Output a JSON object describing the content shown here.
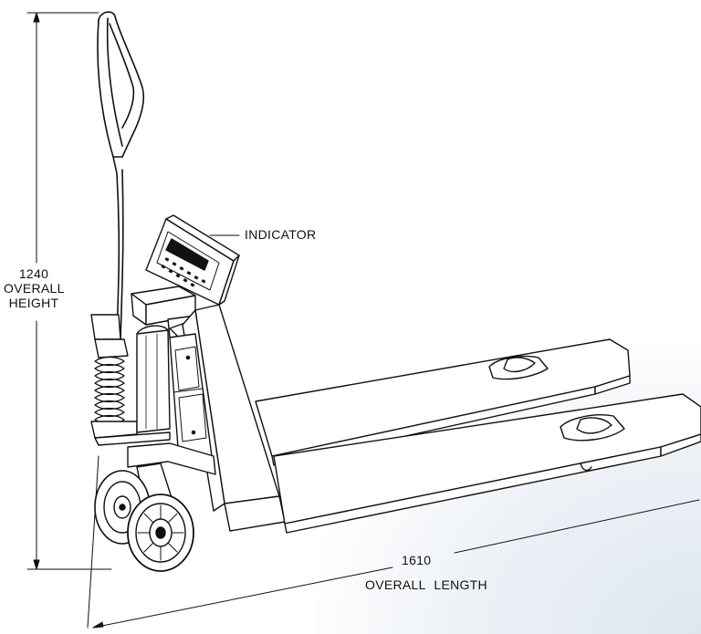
{
  "labels": {
    "indicator": "INDICATOR",
    "height_value": "1240",
    "height_line1": "OVERALL",
    "height_line2": "HEIGHT",
    "length_value": "1610",
    "length_caption": "OVERALL  LENGTH"
  },
  "colors": {
    "ink": "#111111",
    "paper": "#ffffff",
    "background_tint": "#dfe6ef"
  }
}
